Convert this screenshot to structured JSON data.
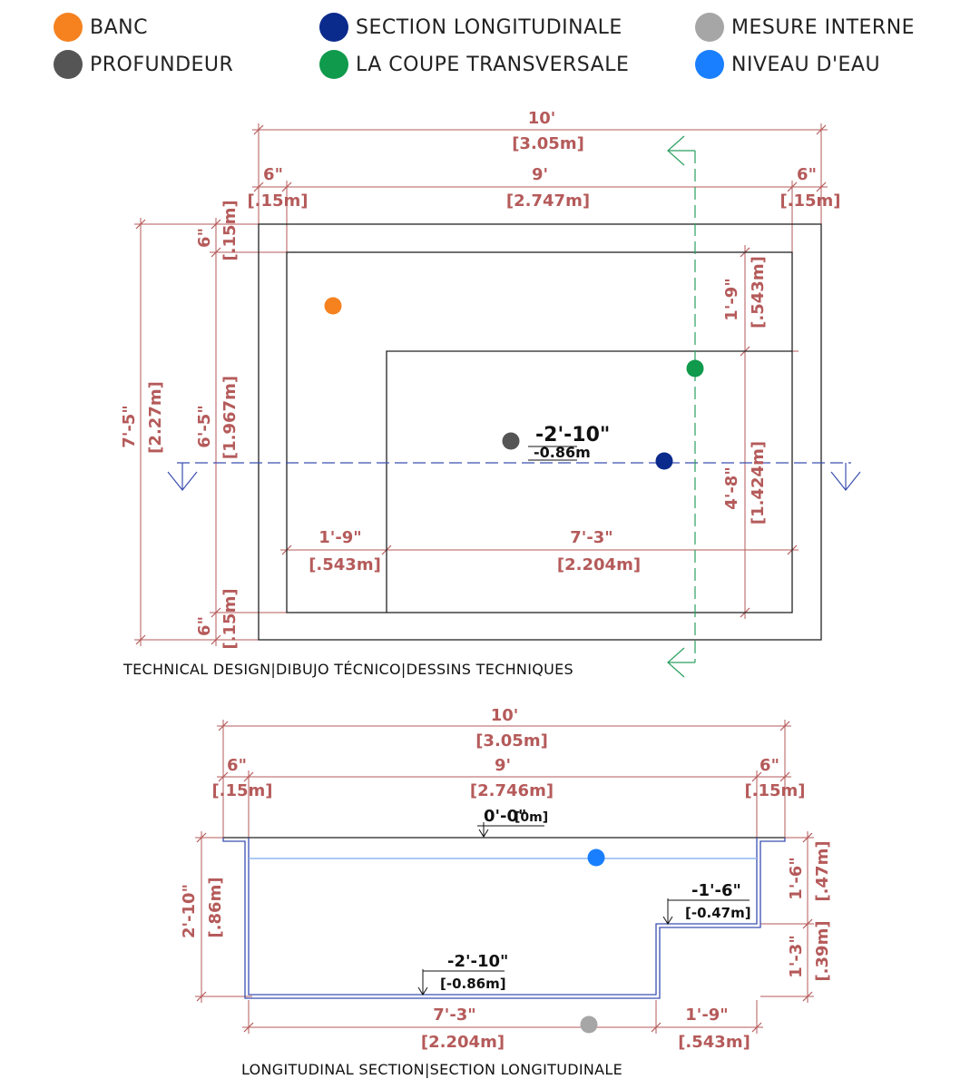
{
  "legend": [
    {
      "label": "BANC",
      "color": "#f5821f"
    },
    {
      "label": "PROFUNDEUR",
      "color": "#555555"
    },
    {
      "label": "SECTION LONGITUDINALE",
      "color": "#0a2a8c"
    },
    {
      "label": "LA COUPE TRANSVERSALE",
      "color": "#0f9a4c"
    },
    {
      "label": "MESURE INTERNE",
      "color": "#a6a6a6"
    },
    {
      "label": "NIVEAU D'EAU",
      "color": "#1a7fff"
    }
  ],
  "plan": {
    "caption": "TECHNICAL DESIGN|DIBUJO TÉCNICO|DESSINS TECHNIQUES",
    "dims": {
      "total_width_ft": "10'",
      "total_width_m": "[3.05m]",
      "wall_left_ft": "6\"",
      "wall_left_m": "[.15m]",
      "inner_width_ft": "9'",
      "inner_width_m": "[2.747m]",
      "wall_right_ft": "6\"",
      "wall_right_m": "[.15m]",
      "total_height_ft": "7'-5\"",
      "total_height_m": "[2.27m]",
      "wall_top_ft": "6\"",
      "wall_top_m": "[.15m]",
      "inner_height_ft": "6'-5\"",
      "inner_height_m": "[1.967m]",
      "wall_bottom_ft": "6\"",
      "wall_bottom_m": "[.15m]",
      "bench_depth_ft": "1'-9\"",
      "bench_depth_m": "[.543m]",
      "deep_height_ft": "4'-8\"",
      "deep_height_m": "[1.424m]",
      "bench_width_ft": "1'-9\"",
      "bench_width_m": "[.543m]",
      "deep_width_ft": "7'-3\"",
      "deep_width_m": "[2.204m]"
    },
    "depth_label_ft": "-2'-10\"",
    "depth_label_m": "-0.86m"
  },
  "section": {
    "caption": "LONGITUDINAL SECTION|SECTION LONGITUDINALE",
    "dims": {
      "total_width_ft": "10'",
      "total_width_m": "[3.05m]",
      "wall_left_ft": "6\"",
      "wall_left_m": "[.15m]",
      "inner_width_ft": "9'",
      "inner_width_m": "[2.746m]",
      "wall_right_ft": "6\"",
      "wall_right_m": "[.15m]",
      "depth_ft": "2'-10\"",
      "depth_m": "[.86m]",
      "bench_height_ft": "1'-6\"",
      "bench_height_m": "[.47m]",
      "step_height_ft": "1'-3\"",
      "step_height_m": "[.39m]",
      "deep_length_ft": "7'-3\"",
      "deep_length_m": "[2.204m]",
      "bench_length_ft": "1'-9\"",
      "bench_length_m": "[.543m]"
    },
    "levels": {
      "top_ft": "0'-0\"",
      "top_m": "[0m]",
      "bench_ft": "-1'-6\"",
      "bench_m": "[-0.47m]",
      "floor_ft": "-2'-10\"",
      "floor_m": "[-0.86m]"
    }
  }
}
